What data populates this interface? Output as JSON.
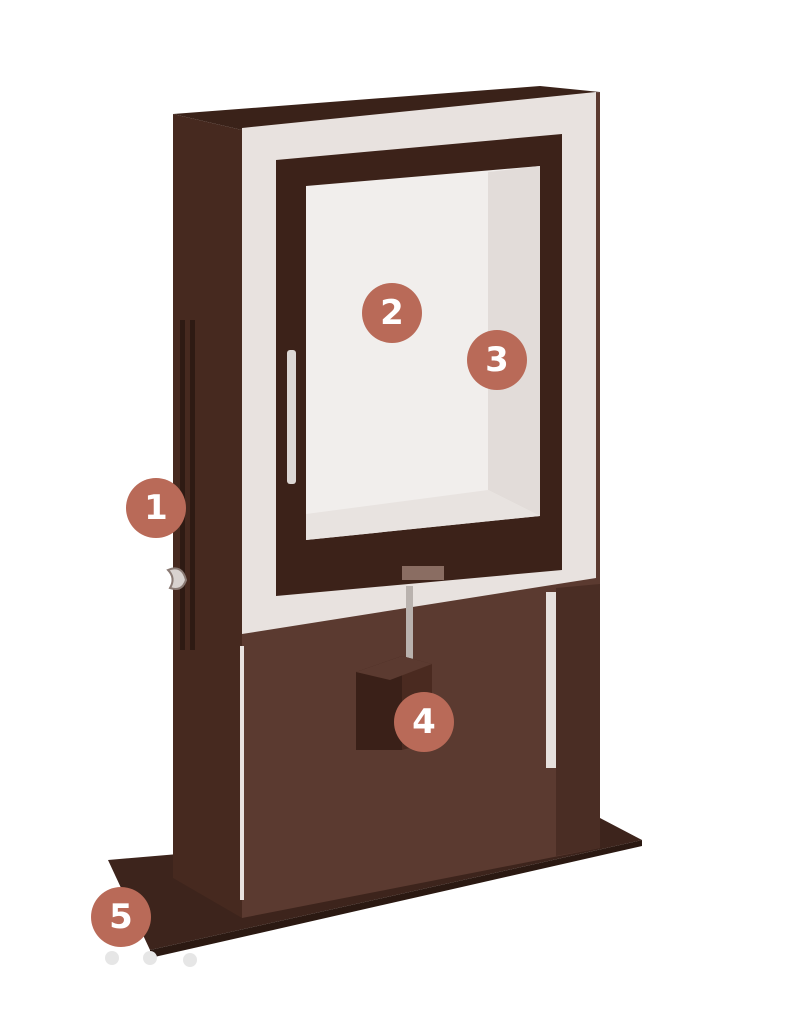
{
  "colors": {
    "body": "#5b3a30",
    "body_dark": "#46291f",
    "body_light": "#6b4537",
    "frame": "#e8e2df",
    "glass": "#f1eeec",
    "marker": "#b96a58"
  },
  "markers": [
    {
      "id": "m1",
      "label": "1"
    },
    {
      "id": "m2",
      "label": "2"
    },
    {
      "id": "m3",
      "label": "3"
    },
    {
      "id": "m4",
      "label": "4"
    },
    {
      "id": "m5",
      "label": "5"
    }
  ]
}
